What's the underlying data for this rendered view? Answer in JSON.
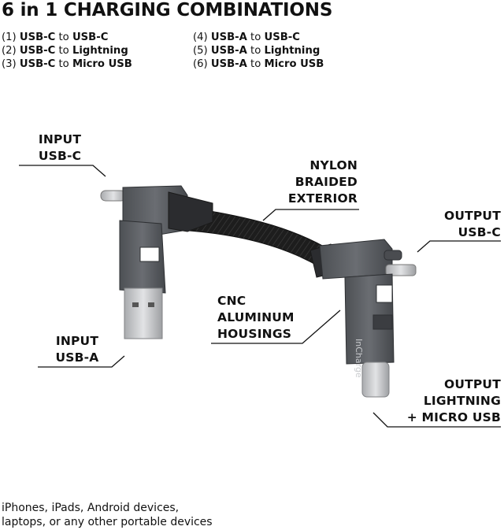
{
  "title": "6 in 1 CHARGING COMBINATIONS",
  "combinations": [
    {
      "num": "(1)",
      "from": "USB-C",
      "to": "USB-C"
    },
    {
      "num": "(2)",
      "from": "USB-C",
      "to": "Lightning"
    },
    {
      "num": "(3)",
      "from": "USB-C",
      "to": "Micro USB"
    },
    {
      "num": "(4)",
      "from": "USB-A",
      "to": "USB-C"
    },
    {
      "num": "(5)",
      "from": "USB-A",
      "to": "Lightning"
    },
    {
      "num": "(6)",
      "from": "USB-A",
      "to": "Micro USB"
    }
  ],
  "connector_word": "to",
  "callouts": {
    "input_usbc": [
      "INPUT",
      "USB-C"
    ],
    "nylon": [
      "NYLON",
      "BRAIDED",
      "EXTERIOR"
    ],
    "output_usbc": [
      "OUTPUT",
      "USB-C"
    ],
    "cnc": [
      "CNC",
      "ALUMINUM",
      "HOUSINGS"
    ],
    "input_usba": [
      "INPUT",
      "USB-A"
    ],
    "output_lightning": [
      "OUTPUT",
      "LIGHTNING",
      "+ MICRO USB"
    ]
  },
  "brand_mark": "InCharge",
  "footer": [
    "iPhones, iPads, Android devices,",
    "laptops, or any other portable devices"
  ],
  "colors": {
    "text": "#111111",
    "aluminum": "#5a5d61",
    "aluminum_dark": "#3c3e42",
    "cable": "#1c1c1c",
    "metal": "#c9cbce"
  }
}
